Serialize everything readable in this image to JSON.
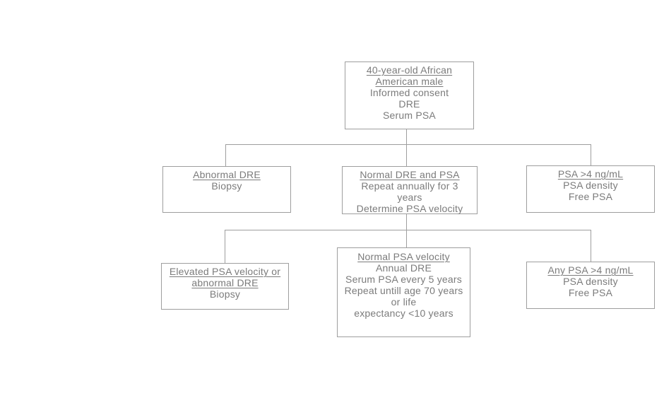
{
  "diagram": {
    "type": "flowchart",
    "colors": {
      "background": "#ffffff",
      "line": "#9e9e9e",
      "text": "#7b7b7b"
    },
    "boxes": {
      "root": {
        "lines": [
          {
            "text": "40-year-old African",
            "underline": true
          },
          {
            "text": "American male",
            "underline": true
          },
          {
            "text": "Informed consent",
            "underline": false
          },
          {
            "text": "DRE",
            "underline": false
          },
          {
            "text": "Serum PSA",
            "underline": false
          }
        ]
      },
      "abnormal_dre": {
        "lines": [
          {
            "text": "Abnormal DRE",
            "underline": true
          },
          {
            "text": "Biopsy",
            "underline": false
          }
        ]
      },
      "normal_dre_psa": {
        "lines": [
          {
            "text": "Normal DRE and PSA",
            "underline": true
          },
          {
            "text": "Repeat annually for 3",
            "underline": false
          },
          {
            "text": "years",
            "underline": false
          },
          {
            "text": "Determine PSA velocity",
            "underline": false
          }
        ]
      },
      "psa_gt4": {
        "lines": [
          {
            "text": "PSA >4 ng/mL",
            "underline": true
          },
          {
            "text": "PSA density",
            "underline": false
          },
          {
            "text": "Free PSA",
            "underline": false
          }
        ]
      },
      "elevated_velocity": {
        "lines": [
          {
            "text": "Elevated PSA velocity or",
            "underline": true
          },
          {
            "text": "abnormal DRE",
            "underline": true
          },
          {
            "text": "Biopsy",
            "underline": false
          }
        ]
      },
      "normal_velocity": {
        "lines": [
          {
            "text": "Normal PSA velocity",
            "underline": true
          },
          {
            "text": "Annual DRE",
            "underline": false
          },
          {
            "text": "Serum PSA every 5 years",
            "underline": false
          },
          {
            "text": "Repeat untill age 70 years",
            "underline": false
          },
          {
            "text": "or life",
            "underline": false
          },
          {
            "text": "expectancy <10 years",
            "underline": false
          }
        ]
      },
      "any_psa_gt4": {
        "lines": [
          {
            "text": "Any PSA >4 ng/mL",
            "underline": true
          },
          {
            "text": "PSA density",
            "underline": false
          },
          {
            "text": "Free PSA",
            "underline": false
          }
        ]
      }
    },
    "edges": [
      {
        "from": "root",
        "to": "abnormal_dre"
      },
      {
        "from": "root",
        "to": "normal_dre_psa"
      },
      {
        "from": "root",
        "to": "psa_gt4"
      },
      {
        "from": "normal_dre_psa",
        "to": "elevated_velocity"
      },
      {
        "from": "normal_dre_psa",
        "to": "normal_velocity"
      },
      {
        "from": "normal_dre_psa",
        "to": "any_psa_gt4"
      }
    ]
  }
}
